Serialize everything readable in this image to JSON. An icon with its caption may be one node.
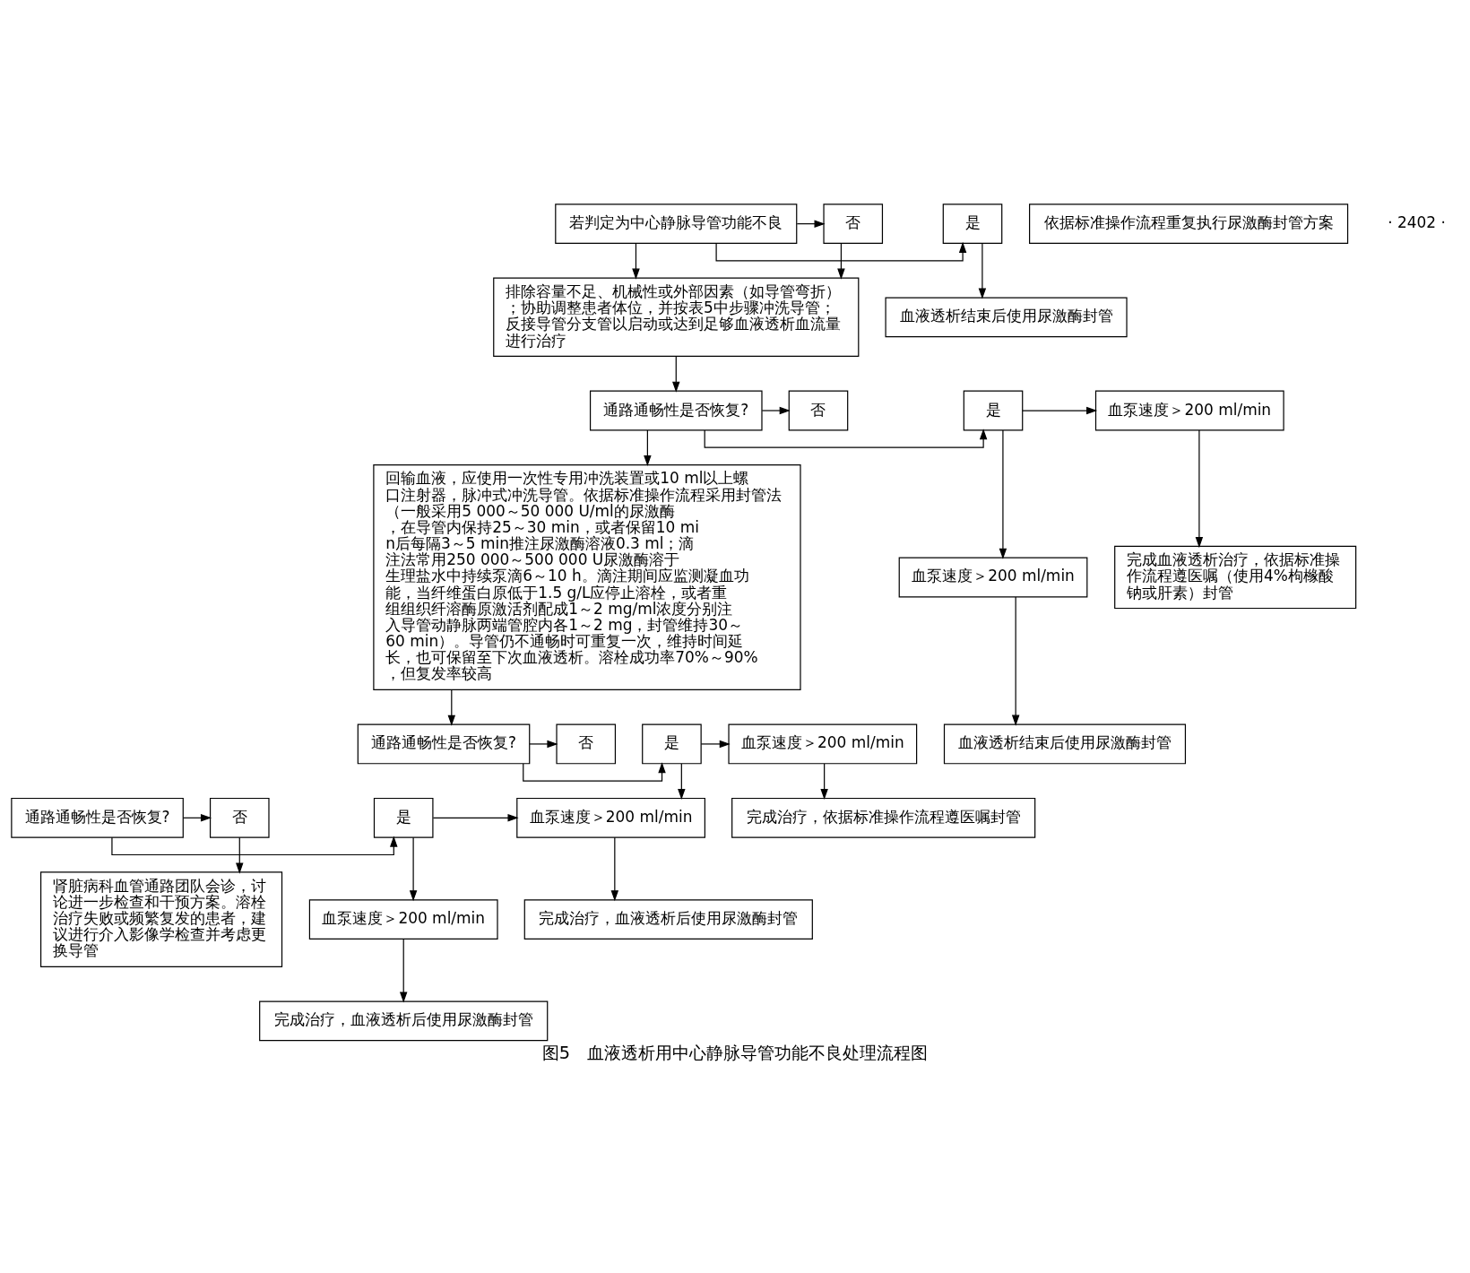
{
  "diagram": {
    "caption": "图5　血液透析用中心静脉导管功能不良处理流程图",
    "nodes": [
      {
        "text": [
          "若判定为中心静脉导管功能不良"
        ]
      },
      {
        "text": [
          "是"
        ]
      },
      {
        "text": [
          "否"
        ]
      },
      {
        "text": [
          "血液透析结束后使用尿激酶封管"
        ]
      },
      {
        "text": [
          "排除容量不足、机械性或外部因素（如导管弯折）；协助调整患者体位，并按表5中步骤冲洗导管；反接导管分支管以启动或达到足够血液透析血流量进行治疗"
        ]
      },
      {
        "text": [
          "通路通畅性是否恢复?"
        ]
      },
      {
        "text": [
          "是"
        ]
      },
      {
        "text": [
          "否"
        ]
      },
      {
        "text": [
          "血泵速度＞200 ml/min"
        ]
      },
      {
        "text": [
          "完成血液透析治疗，依据标准操作流程遵医嘱（使用4%枸橼酸钠或肝素）封管"
        ]
      },
      {
        "text": [
          "血泵速度＞200 ml/min"
        ]
      },
      {
        "text": [
          "血液透析结束后使用尿激酶封管"
        ]
      },
      {
        "text": [
          "回输血液，应使用一次性专用冲洗装置或10 ml以上螺口注射器，脉冲式冲洗导管。依据标准操作流程采用封管法（一般采用5 000～50 000 U/ml的尿激酶，在导管内保持25～30 min，或者保留10 min后每隔3～5 min推注尿激酶溶液0.3 ml；滴注法常用250 000～500 000 U尿激酶溶于生理盐水中持续泵滴6～10 h。滴注期间应监测凝血功能，当纤维蛋白原低于1.5 g/L应停止溶栓，或者重组组织纤溶酶原激活剂配成1～2 mg/ml浓度分别注入导管动静脉两端管腔内各1～2 mg，封管维持30～60 min）。导管仍不通畅时可重复一次，维持时间延长，也可保留至下次血液透析。溶栓成功率70%～90%，但复发率较高"
        ]
      },
      {
        "text": [
          "通路通畅性是否恢复?"
        ]
      },
      {
        "text": [
          "是"
        ]
      },
      {
        "text": [
          "否"
        ]
      },
      {
        "text": [
          "血泵速度＞200 ml/min"
        ]
      },
      {
        "text": [
          "完成治疗，依据标准操作流程遵医嘱封管"
        ]
      },
      {
        "text": [
          "依据标准操作流程重复执行尿激酶封管方案"
        ]
      },
      {
        "text": [
          "血泵速度＞200 ml/min"
        ]
      },
      {
        "text": [
          "是"
        ]
      },
      {
        "text": [
          "通路通畅性是否恢复?"
        ]
      },
      {
        "text": [
          "否"
        ]
      },
      {
        "text": [
          "完成治疗，血液透析后使用尿激酶封管"
        ]
      },
      {
        "text": [
          "血泵速度＞200 ml/min"
        ]
      },
      {
        "text": [
          "肾脏病科血管通路团队会诊，讨论进一步检查和干预方案。溶栓治疗失败或频繁复发的患者，建议进行介入影像学检查并考虑更换导管"
        ]
      },
      {
        "text": [
          "完成治疗，血液透析后使用尿激酶封管"
        ]
      }
    ],
    "edges": [
      {
        "from": 0,
        "to": 1,
        "arrow": "to"
      },
      {
        "from": 0,
        "to": 2,
        "arrow": "to"
      },
      {
        "from": 1,
        "to": 3,
        "arrow": "to"
      },
      {
        "from": 0,
        "to": 4,
        "arrow": "to"
      },
      {
        "from": 2,
        "to": 4,
        "arrow": "to"
      },
      {
        "from": 4,
        "to": 5,
        "arrow": "to"
      },
      {
        "from": 5,
        "to": 6,
        "arrow": "to"
      },
      {
        "from": 5,
        "to": 7,
        "arrow": "to"
      },
      {
        "from": 5,
        "to": 12,
        "arrow": "to"
      },
      {
        "from": 6,
        "to": 8,
        "arrow": "to"
      },
      {
        "from": 6,
        "to": 10,
        "arrow": "to"
      },
      {
        "from": 8,
        "to": 9,
        "arrow": "to"
      },
      {
        "from": 10,
        "to": 11,
        "arrow": "to"
      },
      {
        "from": 12,
        "to": 13,
        "arrow": "to"
      },
      {
        "from": 13,
        "to": 14,
        "arrow": "to"
      },
      {
        "from": 13,
        "to": 15,
        "arrow": "to"
      },
      {
        "from": 14,
        "to": 16,
        "arrow": "to"
      },
      {
        "from": 14,
        "to": 19,
        "arrow": "to"
      },
      {
        "from": 16,
        "to": 17,
        "arrow": "to"
      },
      {
        "from": 21,
        "to": 20,
        "arrow": "to"
      },
      {
        "from": 20,
        "to": 19,
        "arrow": "to"
      },
      {
        "from": 21,
        "to": 22,
        "arrow": "to"
      },
      {
        "from": 22,
        "to": 25,
        "arrow": "to"
      },
      {
        "from": 19,
        "to": 23,
        "arrow": "to"
      },
      {
        "from": 20,
        "to": 24,
        "arrow": "to"
      },
      {
        "from": 24,
        "to": 26,
        "arrow": "to"
      }
    ],
    "labels": [
      "· 2402 ·"
    ]
  }
}
